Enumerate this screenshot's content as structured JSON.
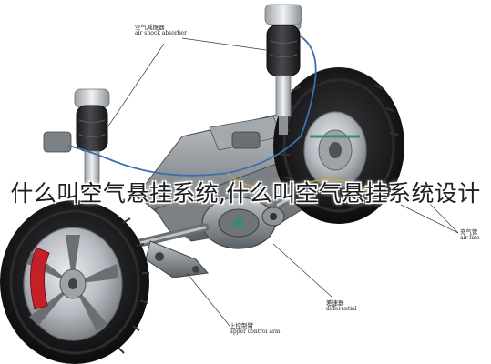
{
  "overlay": {
    "title": "什么叫空气悬挂系统,什么叫空气悬挂系统设计"
  },
  "callouts": {
    "air_shock_absorber": {
      "zh": "空气减振器",
      "en": "air shock absorber"
    },
    "air_line": {
      "zh": "充气管",
      "en": "air line"
    },
    "differential": {
      "zh": "差速器",
      "en": "differential"
    },
    "upper_control_arm": {
      "zh": "上控制臂",
      "en": "upper control arm"
    }
  },
  "colors": {
    "background": "#ffffff",
    "tire": "#1c1c1e",
    "rim": "#b8bcc2",
    "brake_caliper": "#c4202a",
    "air_spring": "#2a2a2c",
    "chassis_metal": "#8d9296",
    "accent_green": "#3d8a6a",
    "air_line": "#3a6fb0"
  }
}
